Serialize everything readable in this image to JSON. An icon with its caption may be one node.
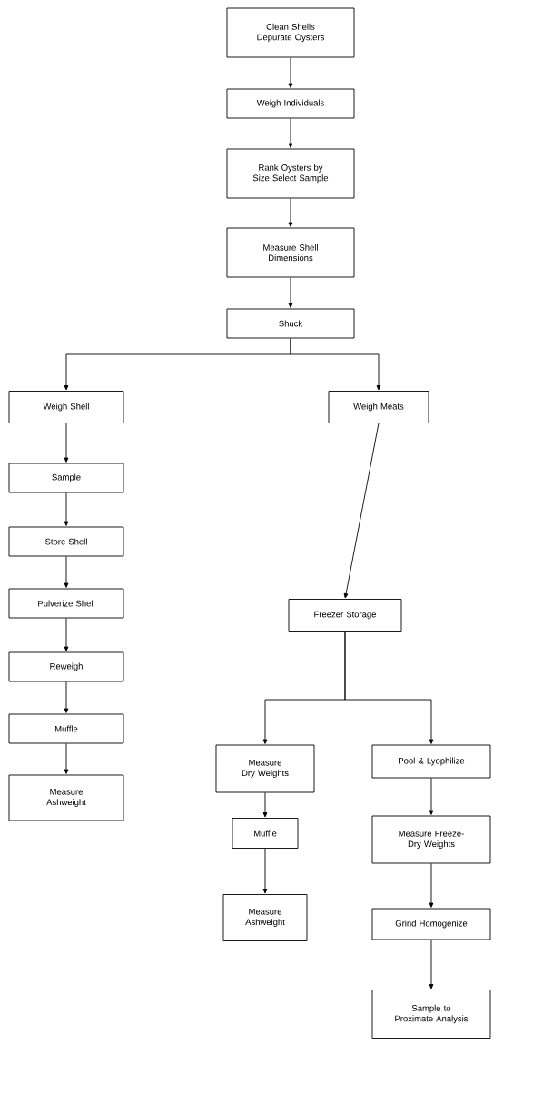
{
  "diagram": {
    "nodes": [
      {
        "text": [
          "Clean Shells Depurate Oysters"
        ]
      },
      {
        "text": [
          "Weigh Individuals"
        ]
      },
      {
        "text": [
          "Rank Oysters by Size Select Sample"
        ]
      },
      {
        "text": [
          "Measure Shell Dimensions"
        ]
      },
      {
        "text": [
          "Shuck"
        ]
      },
      {
        "text": [
          "Weigh Shell"
        ]
      },
      {
        "text": [
          "Weigh Meats"
        ]
      },
      {
        "text": [
          "Sample"
        ]
      },
      {
        "text": [
          "Store Shell"
        ]
      },
      {
        "text": [
          "Pulverize Shell"
        ]
      },
      {
        "text": [
          "Reweigh"
        ]
      },
      {
        "text": [
          "Muffle"
        ]
      },
      {
        "text": [
          "Measure Ashweight"
        ]
      },
      {
        "text": [
          "Freezer Storage"
        ]
      },
      {
        "text": [
          "Measure Dry Weights"
        ]
      },
      {
        "text": [
          "Pool & Lyophilize"
        ]
      },
      {
        "text": [
          "Muffle"
        ]
      },
      {
        "text": [
          "Measure Freeze-Dry Weights"
        ]
      },
      {
        "text": [
          "Measure Ashweight"
        ]
      },
      {
        "text": [
          "Grind Homogenize"
        ]
      },
      {
        "text": [
          "Sample to Proximate Analysis"
        ]
      }
    ],
    "edges": [
      {
        "from": 0,
        "to": 1,
        "arrow": "to"
      },
      {
        "from": 1,
        "to": 2,
        "arrow": "to"
      },
      {
        "from": 2,
        "to": 3,
        "arrow": "to"
      },
      {
        "from": 3,
        "to": 4,
        "arrow": "to"
      },
      {
        "from": 4,
        "to": 5,
        "arrow": "to"
      },
      {
        "from": 4,
        "to": 6,
        "arrow": "to"
      },
      {
        "from": 5,
        "to": 7,
        "arrow": "to"
      },
      {
        "from": 7,
        "to": 8,
        "arrow": "to"
      },
      {
        "from": 8,
        "to": 9,
        "arrow": "to"
      },
      {
        "from": 9,
        "to": 10,
        "arrow": "to"
      },
      {
        "from": 10,
        "to": 11,
        "arrow": "to"
      },
      {
        "from": 11,
        "to": 12,
        "arrow": "to"
      },
      {
        "from": 6,
        "to": 13,
        "arrow": "to"
      },
      {
        "from": 13,
        "to": 14,
        "arrow": "to"
      },
      {
        "from": 13,
        "to": 15,
        "arrow": "to"
      },
      {
        "from": 14,
        "to": 16,
        "arrow": "to"
      },
      {
        "from": 16,
        "to": 18,
        "arrow": "to"
      },
      {
        "from": 15,
        "to": 17,
        "arrow": "to"
      },
      {
        "from": 17,
        "to": 19,
        "arrow": "to"
      },
      {
        "from": 19,
        "to": 20,
        "arrow": "to"
      }
    ]
  }
}
